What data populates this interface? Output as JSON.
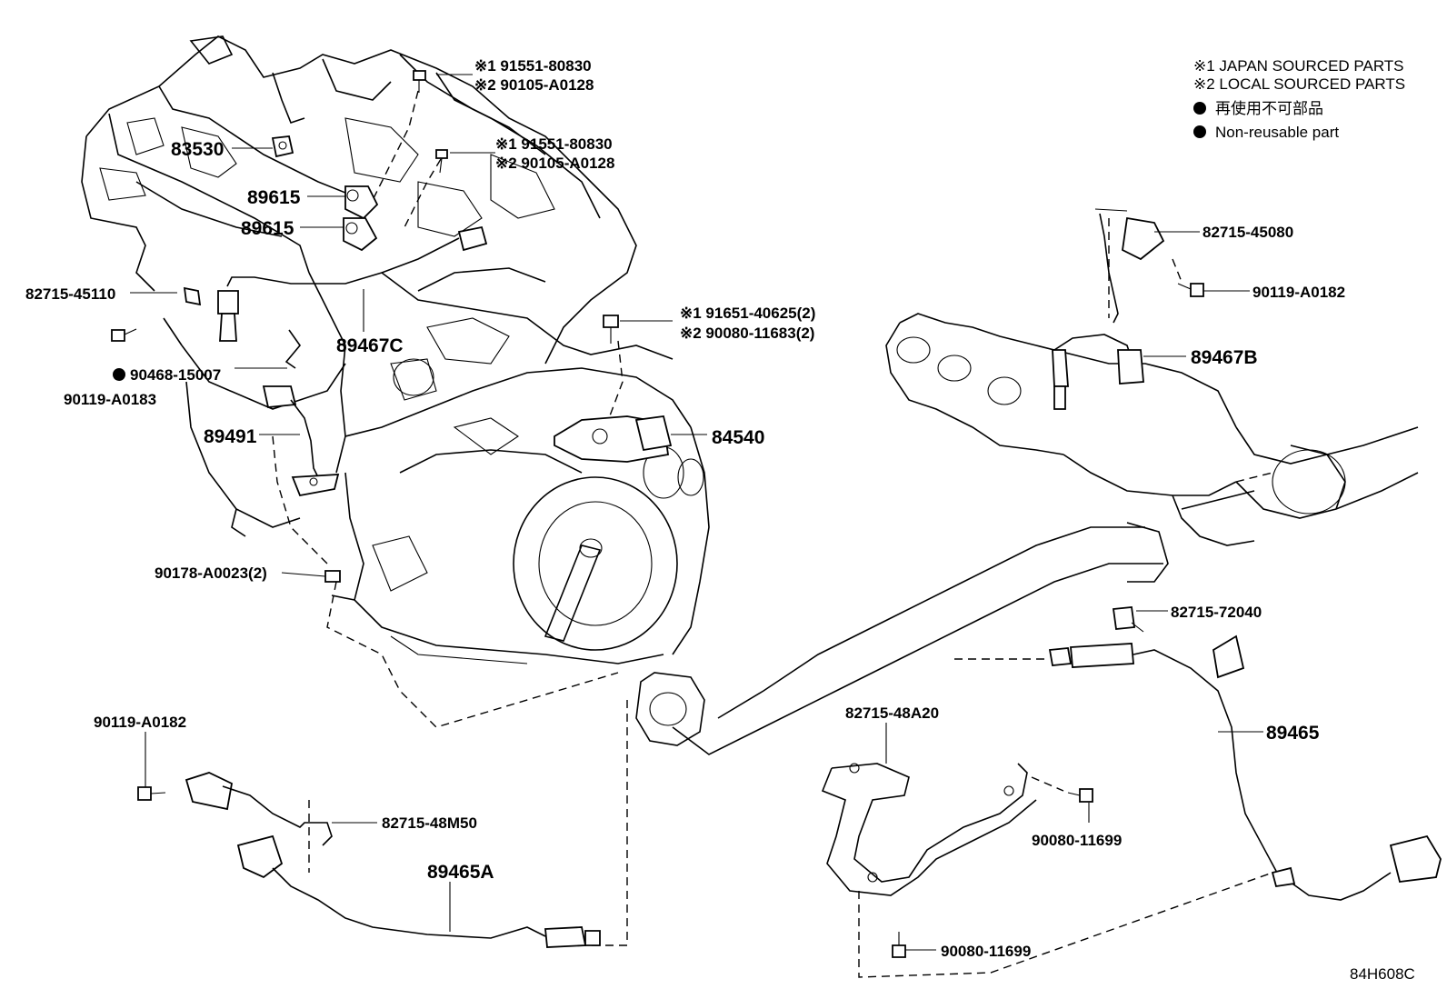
{
  "legend": {
    "japan": "※1 JAPAN SOURCED PARTS",
    "local": "※2 LOCAL SOURCED PARTS",
    "nonreusable_jp": "再使用不可部品",
    "nonreusable_en": "Non-reusable part"
  },
  "callouts": {
    "c83530": "83530",
    "c89615a": "89615",
    "c89615b": "89615",
    "c82715_45110": "82715-45110",
    "c90468_15007": "90468-15007",
    "c90119_A0183": "90119-A0183",
    "c89491": "89491",
    "c89467C": "89467C",
    "c90178_A0023": "90178-A0023(2)",
    "top1_jp": "※1 91551-80830",
    "top1_local": "※2 90105-A0128",
    "top2_jp": "※1 91551-80830",
    "top2_local": "※2 90105-A0128",
    "mid_jp": "※1 91651-40625(2)",
    "mid_local": "※2 90080-11683(2)",
    "c84540": "84540",
    "c82715_45080": "82715-45080",
    "c90119_A0182_right": "90119-A0182",
    "c89467B": "89467B",
    "c82715_72040": "82715-72040",
    "c89465": "89465",
    "c82715_48A20": "82715-48A20",
    "c90080_11699_a": "90080-11699",
    "c90080_11699_b": "90080-11699",
    "c90119_A0182_left": "90119-A0182",
    "c82715_48M50": "82715-48M50",
    "c89465A": "89465A",
    "diagram_code": "84H608C"
  }
}
